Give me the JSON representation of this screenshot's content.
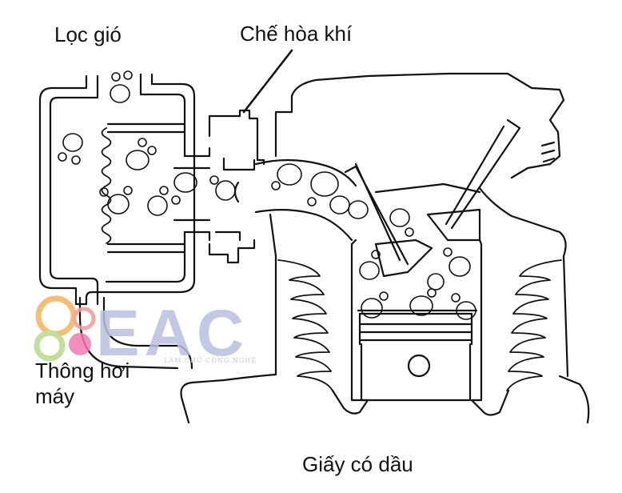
{
  "labels": {
    "air_filter": "Lọc gió",
    "carburetor": "Chế hòa khí",
    "breather_line1": "Thông hơi",
    "breather_line2": "máy",
    "oil_paper": "Giấy có dầu"
  },
  "watermark": {
    "brand": "EAC",
    "tagline": "LÀM CHỦ CÔNG NGHỆ"
  },
  "colors": {
    "ink": "#111111",
    "watermark_text": "#b9bfe0",
    "logo_orange": "#f5b25c",
    "logo_pink": "#f07ab2",
    "logo_green": "#b9d98a"
  }
}
